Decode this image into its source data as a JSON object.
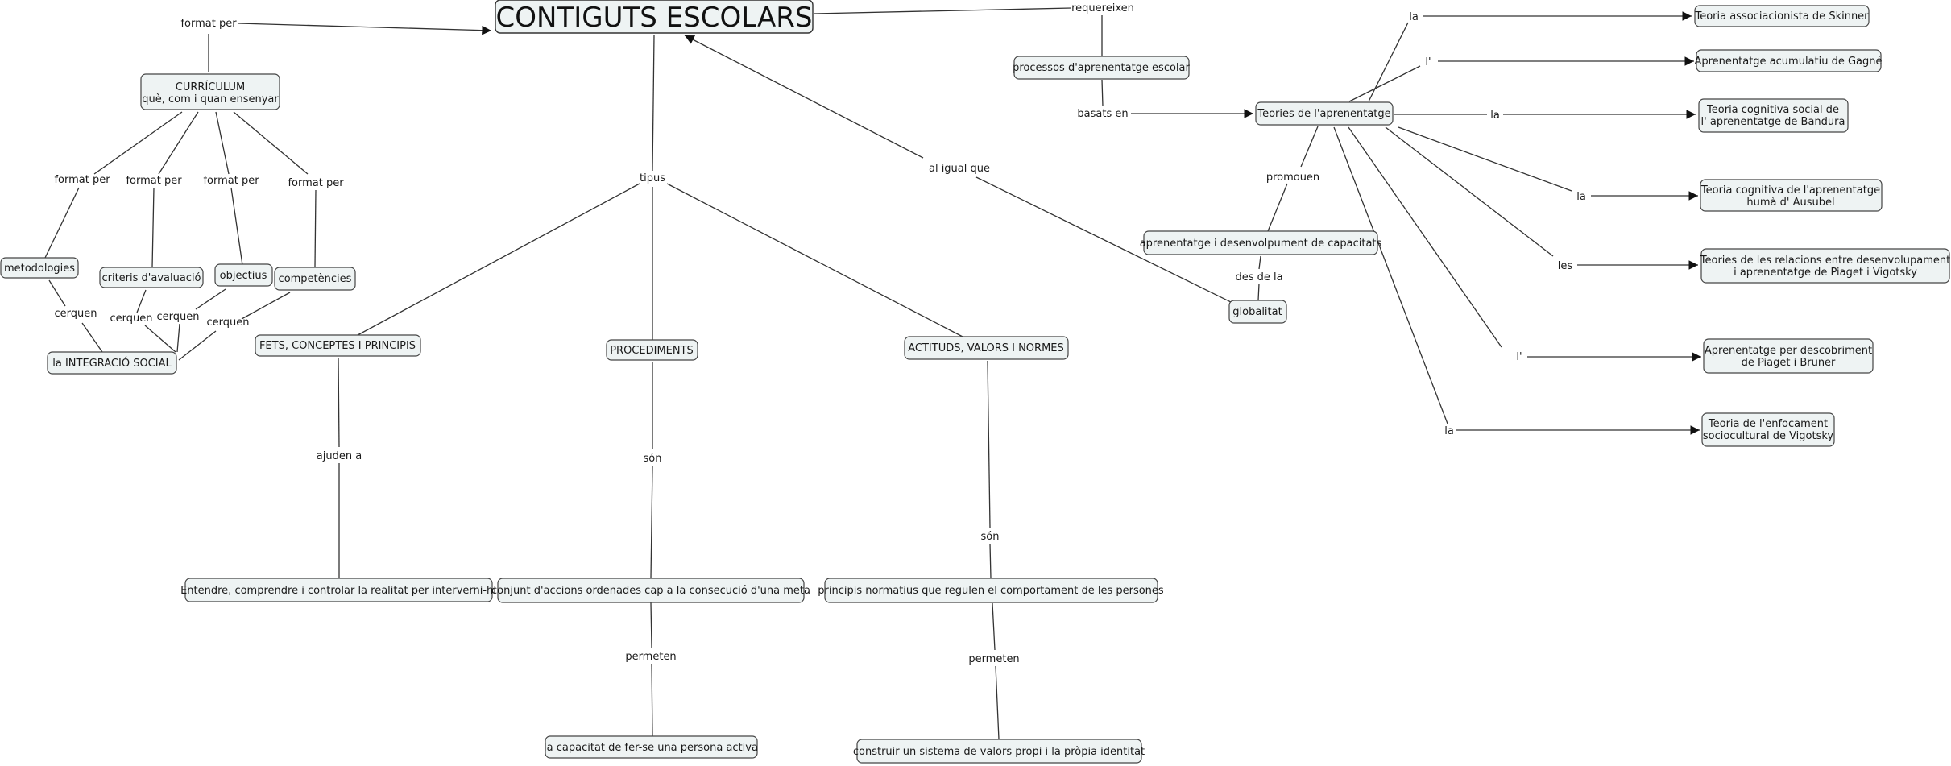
{
  "title": "CONTIGUTS ESCOLARS",
  "nodes": {
    "curriculum": [
      "CURRÍCULUM",
      "què, com i quan ensenyar"
    ],
    "metodologies": "metodologies",
    "criteris": "criteris d'avaluació",
    "objectius": "objectius",
    "competencies": "competències",
    "integracio": "la INTEGRACIÓ SOCIAL",
    "fets": "FETS, CONCEPTES I PRINCIPIS",
    "procediments": "PROCEDIMENTS",
    "actituds": "ACTITUDS, VALORS I NORMES",
    "entendre": "Entendre, comprendre i controlar la realitat per interverni-hi",
    "conjunt": "conjunt d'accions ordenades cap a la consecució d'una meta",
    "principis": "principis normatius que regulen el comportament de les persones",
    "capacitat": "la capacitat de fer-se una persona activa",
    "construir": "construir un sistema de valors propi i la pròpia identitat",
    "processos": "processos d'aprenentatge escolar",
    "teories": "Teories de l'aprenentatge",
    "aprenentatge_desenv": "aprenentatge i desenvolpument de capacitats",
    "globalitat": "globalitat",
    "skinner": "Teoria associacionista de Skinner",
    "gagne": "Aprenentatge acumulatiu de Gagné",
    "bandura": [
      "Teoria cognitiva social de",
      "l' aprenentatge de Bandura"
    ],
    "ausubel": [
      "Teoria cognitiva de l'aprenentatge",
      "humà d' Ausubel"
    ],
    "piaget_vigotsky": [
      "Teories de les relacions entre desenvolupament",
      "i aprenentatge de Piaget i Vigotsky"
    ],
    "bruner": [
      "Aprenentatge per descobriment",
      "de Piaget i Bruner"
    ],
    "vigotsky": [
      "Teoria de l'enfocament",
      "sociocultural de Vigotsky"
    ]
  },
  "links": {
    "format_per_top": "format per",
    "format_per_1": "format per",
    "format_per_2": "format per",
    "format_per_3": "format per",
    "format_per_4": "format per",
    "cerquen_1": "cerquen",
    "cerquen_2": "cerquen",
    "cerquen_3": "cerquen",
    "cerquen_4": "cerquen",
    "tipus": "tipus",
    "ajuden_a": "ajuden a",
    "son_1": "són",
    "son_2": "són",
    "permeten_1": "permeten",
    "permeten_2": "permeten",
    "requereixen": "requereixen",
    "basats_en": "basats en",
    "al_igual_que": "al igual que",
    "promouen": "promouen",
    "des_de_la": "des de la",
    "la_1": "la",
    "l_1": "l'",
    "la_2": "la",
    "la_3": "la",
    "les": "les",
    "l_2": "l'",
    "la_4": "la"
  }
}
